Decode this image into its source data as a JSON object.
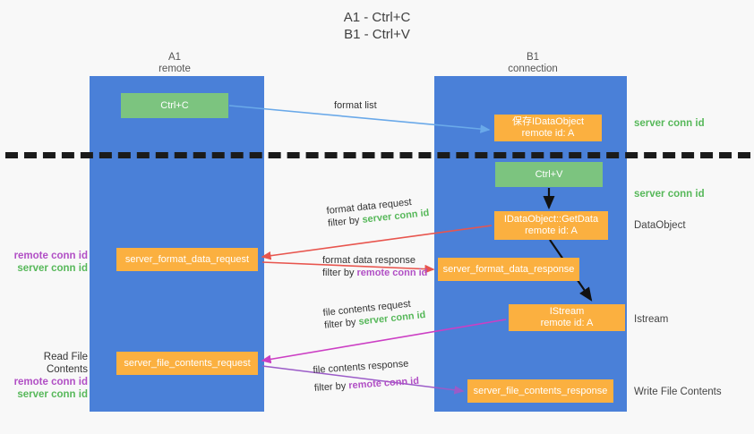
{
  "title": "A1 - Ctrl+C\nB1 - Ctrl+V",
  "columns": {
    "left": {
      "name": "A1",
      "role": "remote"
    },
    "right": {
      "name": "B1",
      "role": "connection"
    }
  },
  "colors": {
    "lane": "#4a80d8",
    "green_node": "#7cc47f",
    "orange_node": "#fbb040",
    "server_conn_id": "#57b85a",
    "remote_conn_id": "#b14fc5",
    "arrow_blue": "#6aa9e9",
    "arrow_red": "#e8554e",
    "arrow_magenta": "#cc3fc4",
    "arrow_purple": "#9b5bc8",
    "arrow_black": "#111111",
    "background": "#f8f8f8"
  },
  "nodes": {
    "ctrl_c": {
      "label": "Ctrl+C",
      "type": "green"
    },
    "idataobject": {
      "line1": "保存IDataObject",
      "line2": "remote id: A",
      "type": "orange"
    },
    "ctrl_v": {
      "label": "Ctrl+V",
      "type": "green"
    },
    "getdata": {
      "line1": "IDataObject::GetData",
      "line2": "remote id: A",
      "type": "orange"
    },
    "format_data_request": {
      "label": "server_format_data_request",
      "type": "orange"
    },
    "format_data_response": {
      "label": "server_format_data_response",
      "type": "orange"
    },
    "istream": {
      "line1": "IStream",
      "line2": "remote id: A",
      "type": "orange"
    },
    "file_contents_request": {
      "label": "server_file_contents_request",
      "type": "orange"
    },
    "file_contents_response": {
      "label": "server_file_contents_response",
      "type": "orange"
    }
  },
  "right_notes": {
    "server_conn_id_1": "server conn id",
    "server_conn_id_2": "server conn id",
    "dataobject": "DataObject",
    "istream": "Istream",
    "write_file_contents": "Write File Contents"
  },
  "left_notes": {
    "remote_conn_id_1": "remote conn id",
    "server_conn_id_1": "server conn id",
    "read_file_contents": "Read File Contents",
    "remote_conn_id_2": "remote conn id",
    "server_conn_id_2": "server conn id"
  },
  "edges": {
    "format_list": {
      "label": "format list"
    },
    "format_data_request": {
      "label": "format data request",
      "filter_prefix": "filter by",
      "filter_value": "server conn id"
    },
    "format_data_response": {
      "label": "format data response",
      "filter_prefix": "filter by",
      "filter_value": "remote conn id"
    },
    "file_contents_request": {
      "label": "file contents request",
      "filter_prefix": "filter by",
      "filter_value": "server conn id"
    },
    "file_contents_response": {
      "label": "file contents response",
      "filter_prefix": "filter by",
      "filter_value": "remote conn id"
    }
  }
}
